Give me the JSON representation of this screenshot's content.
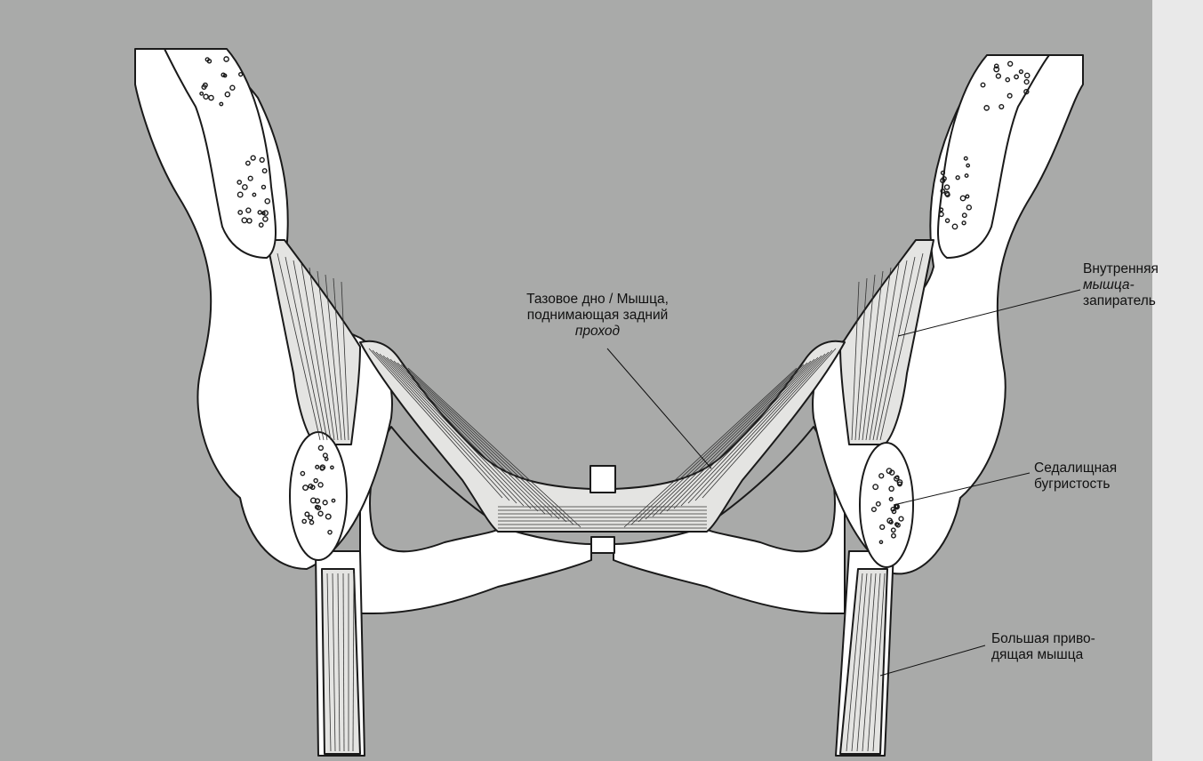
{
  "colors": {
    "background": "#a9aaa9",
    "bone_fill": "#ffffff",
    "muscle_fill": "#e4e4e2",
    "ink": "#1a1a1a",
    "right_edge": "#e9e9e9"
  },
  "labels": {
    "pelvic_floor": {
      "line1": "Тазовое дно / Мышца,",
      "line2": "поднимающая задний",
      "line3": "проход"
    },
    "obturator_internus": {
      "line1": "Внутренняя",
      "line2": "мышца-",
      "line3": "запиратель"
    },
    "ischial_tuberosity": {
      "line1": "Седалищная",
      "line2": "бугристость"
    },
    "adductor_magnus": {
      "line1": "Большая приво-",
      "line2": "дящая мышца"
    }
  }
}
